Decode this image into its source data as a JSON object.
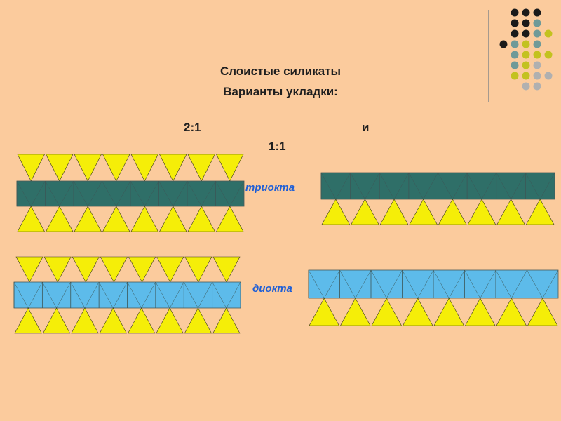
{
  "title_line1": "Слоистые силикаты",
  "title_line2": "Варианты укладки:",
  "ratio_21": "2:1",
  "and_word": "и",
  "ratio_11": "1:1",
  "label_trioct": "триокта",
  "label_dioct": "диокта",
  "colors": {
    "background": "#fbcb9d",
    "tetrahedron": "#f5ee08",
    "trioct_sheet": "#2f6f68",
    "dioct_sheet": "#5dbbea",
    "dot_dark": "#1a1a1a",
    "dot_teal": "#6f9a98",
    "dot_olive": "#c3c21f",
    "dot_gray": "#b0b0b0"
  }
}
